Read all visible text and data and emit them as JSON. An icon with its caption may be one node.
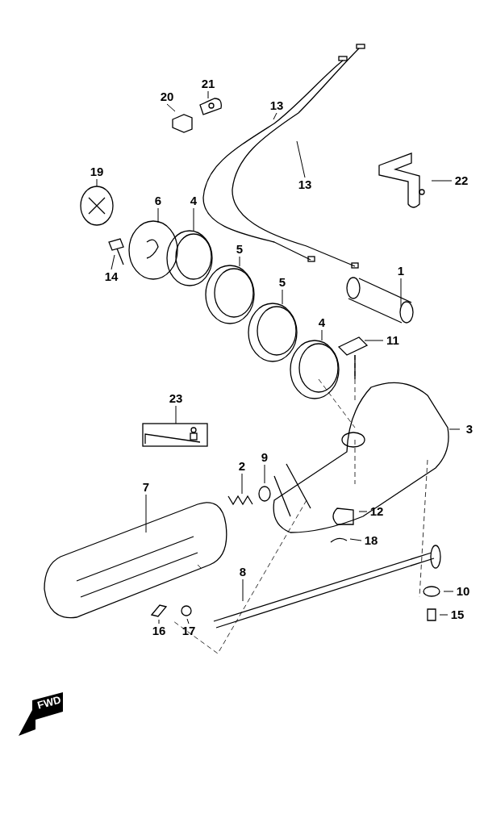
{
  "diagram": {
    "nodes": [
      {
        "text": [
          "20"
        ]
      },
      {
        "text": [
          "21"
        ]
      },
      {
        "text": [
          "13"
        ]
      },
      {
        "text": [
          "13"
        ]
      },
      {
        "text": [
          "19"
        ]
      },
      {
        "text": [
          "22"
        ]
      },
      {
        "text": [
          "6"
        ]
      },
      {
        "text": [
          "4"
        ]
      },
      {
        "text": [
          "14"
        ]
      },
      {
        "text": [
          "5"
        ]
      },
      {
        "text": [
          "1"
        ]
      },
      {
        "text": [
          "5"
        ]
      },
      {
        "text": [
          "4"
        ]
      },
      {
        "text": [
          "11"
        ]
      },
      {
        "text": [
          "23"
        ]
      },
      {
        "text": [
          "3"
        ]
      },
      {
        "text": [
          "2"
        ]
      },
      {
        "text": [
          "9"
        ]
      },
      {
        "text": [
          "7"
        ]
      },
      {
        "text": [
          "12"
        ]
      },
      {
        "text": [
          "18"
        ]
      },
      {
        "text": [
          "8"
        ]
      },
      {
        "text": [
          "10"
        ]
      },
      {
        "text": [
          "16"
        ]
      },
      {
        "text": [
          "17"
        ]
      },
      {
        "text": [
          "15"
        ]
      }
    ],
    "edges": [
      {
        "from": 0,
        "to": null,
        "arrow": "none"
      },
      {
        "from": 1,
        "to": null,
        "arrow": "none"
      },
      {
        "from": 2,
        "to": null,
        "arrow": "none"
      },
      {
        "from": 3,
        "to": null,
        "arrow": "none"
      },
      {
        "from": 4,
        "to": null,
        "arrow": "none"
      },
      {
        "from": 5,
        "to": null,
        "arrow": "none"
      },
      {
        "from": 6,
        "to": null,
        "arrow": "none"
      },
      {
        "from": 7,
        "to": null,
        "arrow": "none"
      },
      {
        "from": 8,
        "to": null,
        "arrow": "none"
      },
      {
        "from": 9,
        "to": null,
        "arrow": "none"
      },
      {
        "from": 10,
        "to": null,
        "arrow": "none"
      },
      {
        "from": 11,
        "to": null,
        "arrow": "none"
      },
      {
        "from": 12,
        "to": null,
        "arrow": "none"
      },
      {
        "from": 13,
        "to": null,
        "arrow": "none"
      },
      {
        "from": 14,
        "to": null,
        "arrow": "none"
      },
      {
        "from": 15,
        "to": null,
        "arrow": "none"
      },
      {
        "from": 16,
        "to": null,
        "arrow": "none"
      },
      {
        "from": 17,
        "to": null,
        "arrow": "none"
      },
      {
        "from": 18,
        "to": null,
        "arrow": "none"
      },
      {
        "from": 19,
        "to": null,
        "arrow": "none"
      },
      {
        "from": 20,
        "to": null,
        "arrow": "none"
      },
      {
        "from": 21,
        "to": null,
        "arrow": "none"
      },
      {
        "from": 22,
        "to": null,
        "arrow": "none"
      },
      {
        "from": 23,
        "to": null,
        "arrow": "none"
      },
      {
        "from": 24,
        "to": null,
        "arrow": "none"
      },
      {
        "from": 25,
        "to": null,
        "arrow": "none"
      }
    ],
    "labels": [
      "FWD"
    ]
  }
}
